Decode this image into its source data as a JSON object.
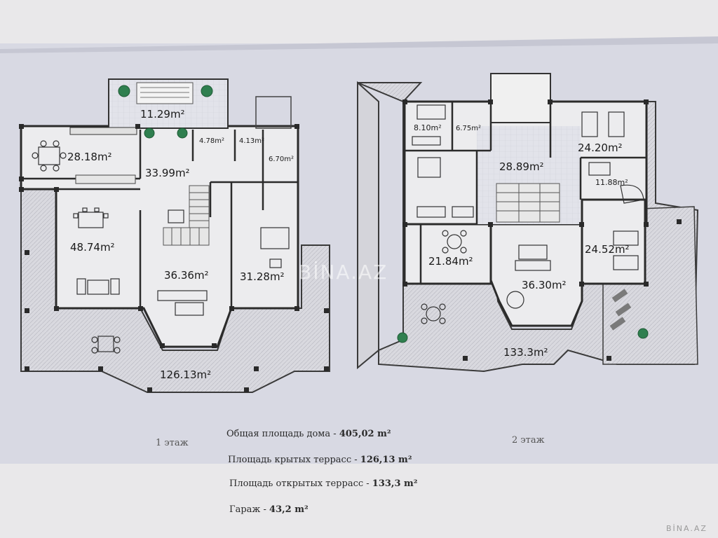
{
  "floor1": {
    "caption": "1 этаж",
    "rooms": [
      {
        "label": "11.29m²"
      },
      {
        "label": "28.18m²"
      },
      {
        "label": "4.78m²"
      },
      {
        "label": "4.13m²"
      },
      {
        "label": "6.70m²"
      },
      {
        "label": "33.99m²"
      },
      {
        "label": "48.74m²"
      },
      {
        "label": "36.36m²"
      },
      {
        "label": "31.28m²"
      },
      {
        "label": "126.13m²"
      }
    ]
  },
  "floor2": {
    "caption": "2 этаж",
    "rooms": [
      {
        "label": "8.10m²"
      },
      {
        "label": "6.75m²"
      },
      {
        "label": "24.20m²"
      },
      {
        "label": "28.89m²"
      },
      {
        "label": "11.88m²"
      },
      {
        "label": "21.84m²"
      },
      {
        "label": "36.30m²"
      },
      {
        "label": "24.52m²"
      },
      {
        "label": "133.3m²"
      }
    ]
  },
  "summary": [
    {
      "label": "Общая площадь дома - ",
      "value": "405,02 m²"
    },
    {
      "label": "Площадь крытых террасс - ",
      "value": "126,13 m²"
    },
    {
      "label": "Площадь открытых террасс - ",
      "value": "133,3 m²"
    },
    {
      "label": "Гараж - ",
      "value": "43,2 m²"
    }
  ],
  "watermarks": {
    "center": "BİNA.AZ",
    "corner": "BİNA.AZ"
  }
}
